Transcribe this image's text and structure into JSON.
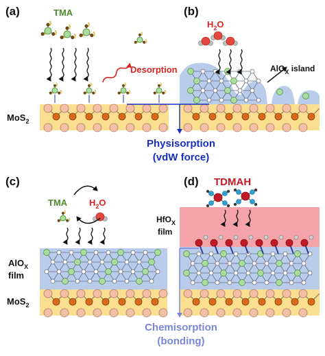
{
  "panels": {
    "a": {
      "tag": "(a)",
      "precursor": "TMA",
      "desorption": "Desorption",
      "substrate": "MoS",
      "substrate_sub": "2"
    },
    "b": {
      "tag": "(b)",
      "water": "H",
      "water_sub": "2",
      "water_tail": "O",
      "island": "AlO",
      "island_sub": "X",
      "island_tail": " island"
    },
    "c": {
      "tag": "(c)",
      "precursor": "TMA",
      "water": "H",
      "water_sub": "2",
      "water_tail": "O",
      "film": "AlO",
      "film_sub": "X",
      "film_line2": "film",
      "substrate": "MoS",
      "substrate_sub": "2"
    },
    "d": {
      "tag": "(d)",
      "precursor": "TDMAH",
      "film": "HfO",
      "film_sub": "X",
      "film_line2": "film"
    }
  },
  "physisorption": {
    "line1": "Physisorption",
    "line2": "(vdW force)"
  },
  "chemisorption": {
    "line1": "Chemisorption",
    "line2": "(bonding)"
  },
  "colors": {
    "mos2_band": "#f9df8f",
    "alox_film": "#b9cdea",
    "hfox_film": "#f4a3a8",
    "physisorption_text": "#1a2fbf",
    "chemisorption_text": "#7a86d6",
    "desorption_text": "#d9241f",
    "tma_text": "#4f8a2c",
    "tdmah_text": "#c21a26",
    "mo_atom": "#d86a1c",
    "s_atom": "#f3bfa6",
    "al_atom": "#a8dca0"
  }
}
